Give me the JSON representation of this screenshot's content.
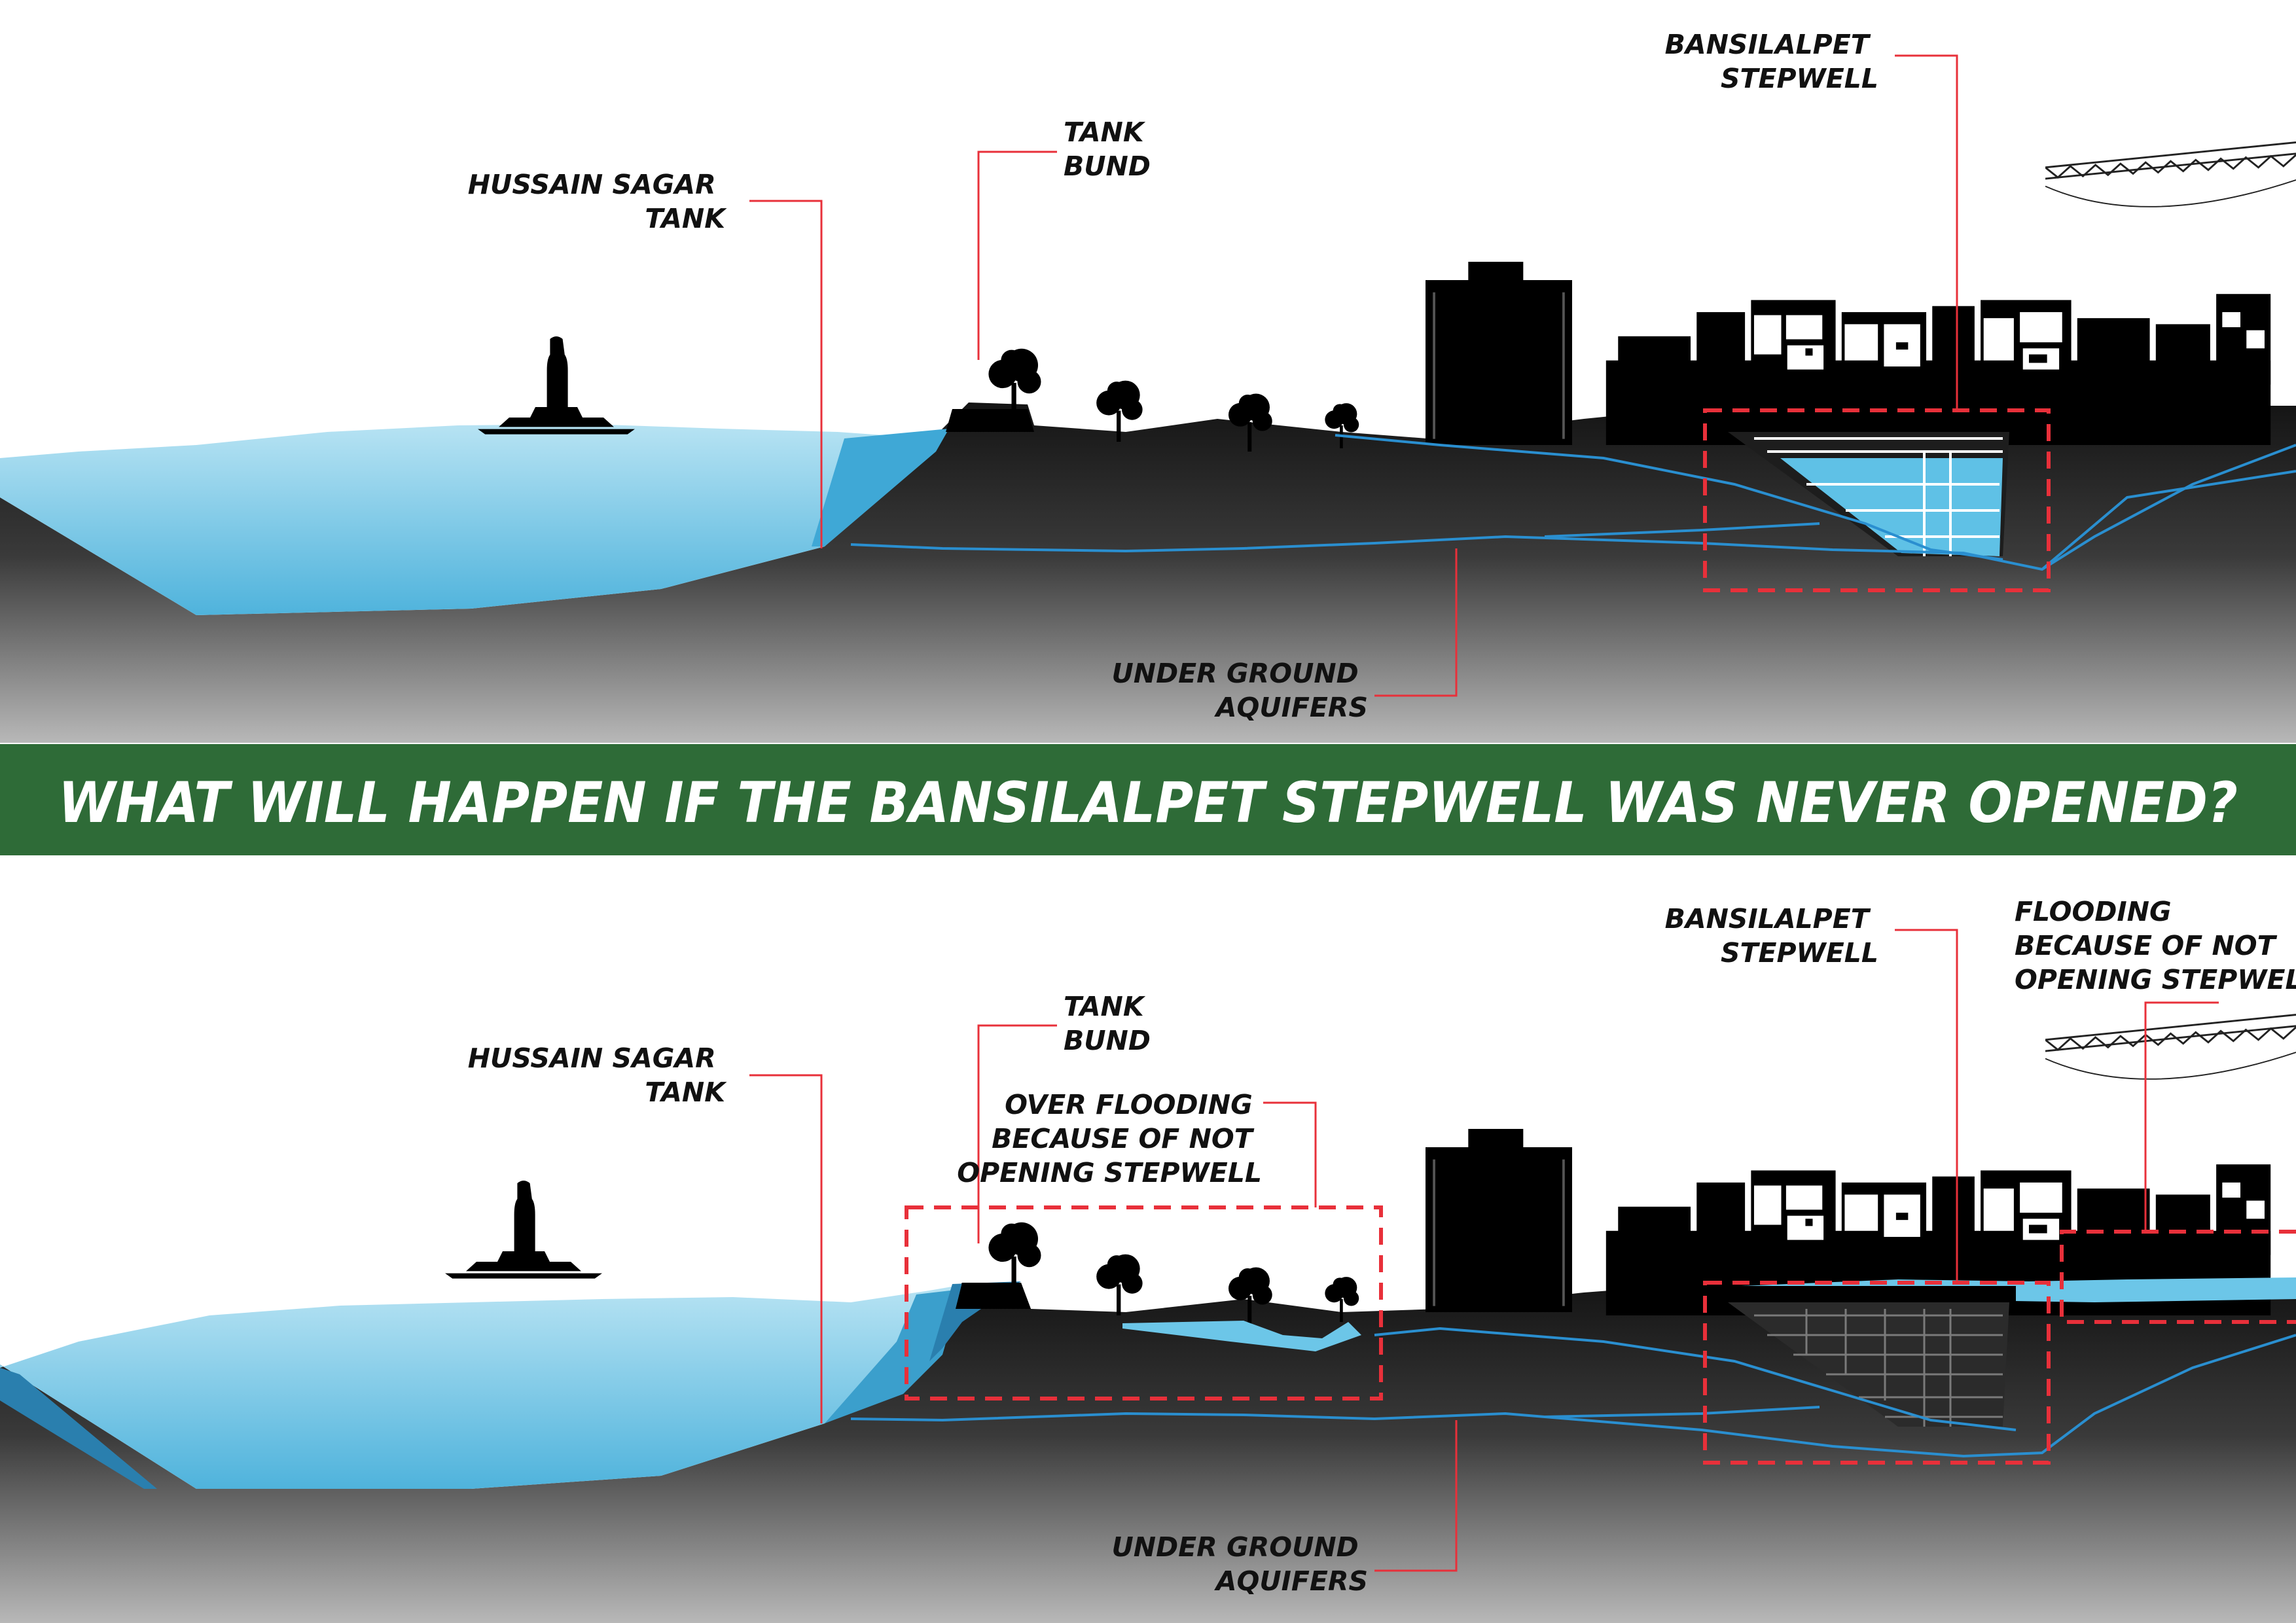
{
  "colors": {
    "banner": "#2e6b37",
    "ground_top": "#1a1a1a",
    "ground_bottom": "#b5b5b5",
    "water_light": "#a8dcf0",
    "water_mid": "#57b8de",
    "water_dark": "#1e7fae",
    "aquifer_line": "#2a8fd0",
    "callout_line": "#e8303a",
    "highlight_box": "#e8303a"
  },
  "banner": {
    "text": "WHAT WILL HAPPEN IF THE BANSILALPET STEPWELL WAS NEVER OPENED?"
  },
  "top_section": {
    "labels": {
      "hussain_sagar": [
        "HUSSAIN SAGAR",
        "TANK"
      ],
      "tank_bund": [
        "TANK",
        "BUND"
      ],
      "stepwell": [
        "BANSILALPET",
        "STEPWELL"
      ],
      "aquifers": [
        "UNDER GROUND",
        "AQUIFERS"
      ]
    }
  },
  "bottom_section": {
    "labels": {
      "hussain_sagar": [
        "HUSSAIN SAGAR",
        "TANK"
      ],
      "tank_bund": [
        "TANK",
        "BUND"
      ],
      "over_flooding": [
        "OVER FLOODING",
        "BECAUSE OF NOT",
        "OPENING STEPWELL"
      ],
      "stepwell": [
        "BANSILALPET",
        "STEPWELL"
      ],
      "flooding_city": [
        "FLOODING",
        "BECAUSE OF NOT",
        "OPENING STEPWELL"
      ],
      "aquifers": [
        "UNDER GROUND",
        "AQUIFERS"
      ]
    }
  },
  "icons": [
    "buddha-statue-icon",
    "tree-icon",
    "tower-building-icon",
    "city-skyline-icon",
    "truss-bridge-icon",
    "stepwell-section-icon"
  ]
}
